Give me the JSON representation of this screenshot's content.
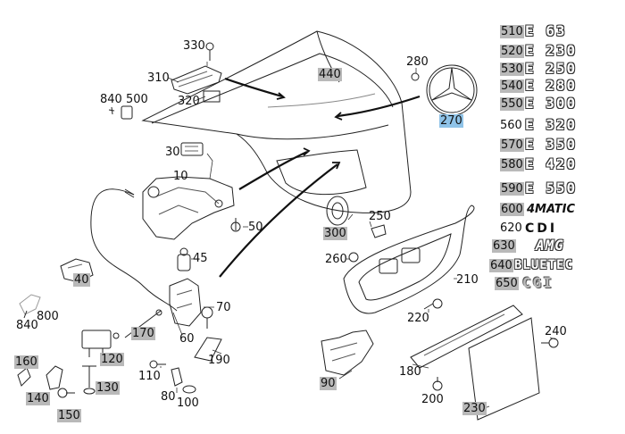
{
  "labels": {
    "p330": "330",
    "p310": "310",
    "p320": "320",
    "p440": "440",
    "p280": "280",
    "p270": "270",
    "p840a": "840",
    "p500": "500",
    "p30": "30",
    "p10": "10",
    "p50": "50",
    "p45": "45",
    "p40": "40",
    "p800": "800",
    "p840b": "840",
    "p170": "170",
    "p60": "60",
    "p70": "70",
    "p120": "120",
    "p190": "190",
    "p160": "160",
    "p110": "110",
    "p140": "140",
    "p130": "130",
    "p150": "150",
    "p80": "80",
    "p100": "100",
    "p300": "300",
    "p250": "250",
    "p260": "260",
    "p210": "210",
    "p220": "220",
    "p90": "90",
    "p180": "180",
    "p200": "200",
    "p240": "240",
    "p230": "230"
  },
  "emblems": [
    {
      "num": "510",
      "text": "E 63",
      "highlight": true
    },
    {
      "num": "520",
      "text": "E 230",
      "highlight": true
    },
    {
      "num": "530",
      "text": "E 250",
      "highlight": true
    },
    {
      "num": "540",
      "text": "E 280",
      "highlight": true
    },
    {
      "num": "550",
      "text": "E 300",
      "highlight": true
    },
    {
      "num": "560",
      "text": "E 320",
      "highlight": false
    },
    {
      "num": "570",
      "text": "E 350",
      "highlight": true
    },
    {
      "num": "580",
      "text": "E 420",
      "highlight": true
    },
    {
      "num": "590",
      "text": "E 550",
      "highlight": true
    },
    {
      "num": "600",
      "text": "4MATIC",
      "highlight": true
    },
    {
      "num": "620",
      "text": "CDI",
      "highlight": false
    },
    {
      "num": "630",
      "text": "AMG",
      "highlight": true
    },
    {
      "num": "640",
      "text": "BLUETEC",
      "highlight": true
    },
    {
      "num": "650",
      "text": "CGI",
      "highlight": true
    }
  ]
}
